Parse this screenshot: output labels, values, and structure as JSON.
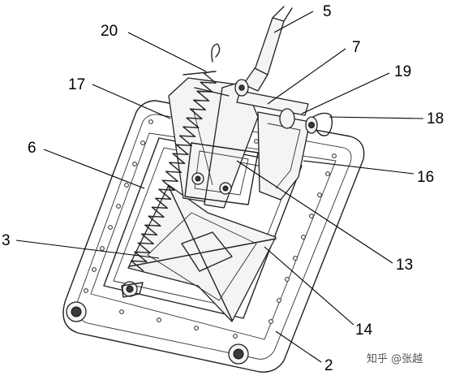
{
  "callouts": [
    {
      "id": "c5",
      "text": "5"
    },
    {
      "id": "c7",
      "text": "7"
    },
    {
      "id": "c19",
      "text": "19"
    },
    {
      "id": "c18",
      "text": "18"
    },
    {
      "id": "c16",
      "text": "16"
    },
    {
      "id": "c13",
      "text": "13"
    },
    {
      "id": "c14",
      "text": "14"
    },
    {
      "id": "c2",
      "text": "2"
    },
    {
      "id": "c20",
      "text": "20"
    },
    {
      "id": "c17",
      "text": "17"
    },
    {
      "id": "c6",
      "text": "6"
    },
    {
      "id": "c3",
      "text": "3"
    }
  ],
  "watermark": "知乎 @张越",
  "colors": {
    "line": "#222222",
    "background": "#ffffff"
  }
}
